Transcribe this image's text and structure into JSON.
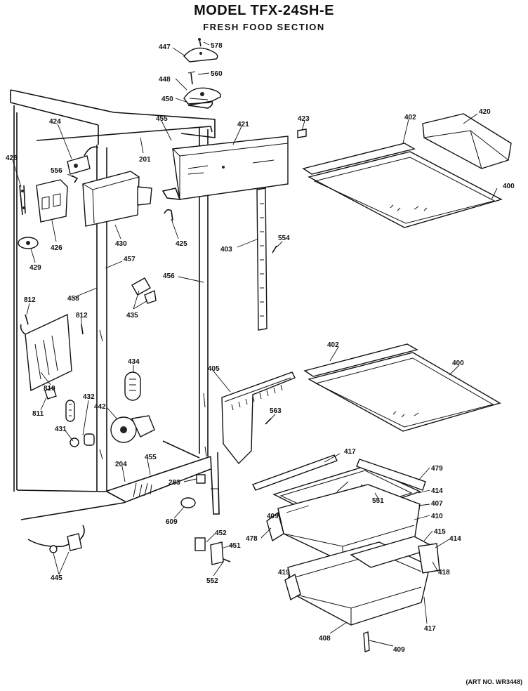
{
  "header": {
    "title": "MODEL TFX-24SH-E",
    "subtitle": "FRESH FOOD SECTION"
  },
  "footer": {
    "art_no": "(ART NO. WR3448)"
  },
  "callouts": [
    {
      "id": "447",
      "label": "447"
    },
    {
      "id": "578",
      "label": "578"
    },
    {
      "id": "448",
      "label": "448"
    },
    {
      "id": "560",
      "label": "560"
    },
    {
      "id": "450",
      "label": "450"
    },
    {
      "id": "455a",
      "label": "455"
    },
    {
      "id": "421",
      "label": "421"
    },
    {
      "id": "423",
      "label": "423"
    },
    {
      "id": "402a",
      "label": "402"
    },
    {
      "id": "420",
      "label": "420"
    },
    {
      "id": "424",
      "label": "424"
    },
    {
      "id": "201",
      "label": "201"
    },
    {
      "id": "428",
      "label": "428"
    },
    {
      "id": "556",
      "label": "556"
    },
    {
      "id": "400a",
      "label": "400"
    },
    {
      "id": "426",
      "label": "426"
    },
    {
      "id": "430",
      "label": "430"
    },
    {
      "id": "425",
      "label": "425"
    },
    {
      "id": "554",
      "label": "554"
    },
    {
      "id": "403",
      "label": "403"
    },
    {
      "id": "429",
      "label": "429"
    },
    {
      "id": "457",
      "label": "457"
    },
    {
      "id": "456",
      "label": "456"
    },
    {
      "id": "458",
      "label": "458"
    },
    {
      "id": "435",
      "label": "435"
    },
    {
      "id": "812a",
      "label": "812"
    },
    {
      "id": "812b",
      "label": "812"
    },
    {
      "id": "402b",
      "label": "402"
    },
    {
      "id": "400b",
      "label": "400"
    },
    {
      "id": "434",
      "label": "434"
    },
    {
      "id": "405",
      "label": "405"
    },
    {
      "id": "810",
      "label": "810"
    },
    {
      "id": "432",
      "label": "432"
    },
    {
      "id": "442",
      "label": "442"
    },
    {
      "id": "563",
      "label": "563"
    },
    {
      "id": "811",
      "label": "811"
    },
    {
      "id": "431",
      "label": "431"
    },
    {
      "id": "417a",
      "label": "417"
    },
    {
      "id": "455b",
      "label": "455"
    },
    {
      "id": "204",
      "label": "204"
    },
    {
      "id": "479",
      "label": "479"
    },
    {
      "id": "283",
      "label": "283"
    },
    {
      "id": "414a",
      "label": "414"
    },
    {
      "id": "551",
      "label": "551"
    },
    {
      "id": "409a",
      "label": "409"
    },
    {
      "id": "407",
      "label": "407"
    },
    {
      "id": "609",
      "label": "609"
    },
    {
      "id": "410",
      "label": "410"
    },
    {
      "id": "452",
      "label": "452"
    },
    {
      "id": "415",
      "label": "415"
    },
    {
      "id": "414b",
      "label": "414"
    },
    {
      "id": "478",
      "label": "478"
    },
    {
      "id": "451",
      "label": "451"
    },
    {
      "id": "418",
      "label": "418"
    },
    {
      "id": "419",
      "label": "419"
    },
    {
      "id": "552",
      "label": "552"
    },
    {
      "id": "445",
      "label": "445"
    },
    {
      "id": "417b",
      "label": "417"
    },
    {
      "id": "408",
      "label": "408"
    },
    {
      "id": "409b",
      "label": "409"
    }
  ]
}
